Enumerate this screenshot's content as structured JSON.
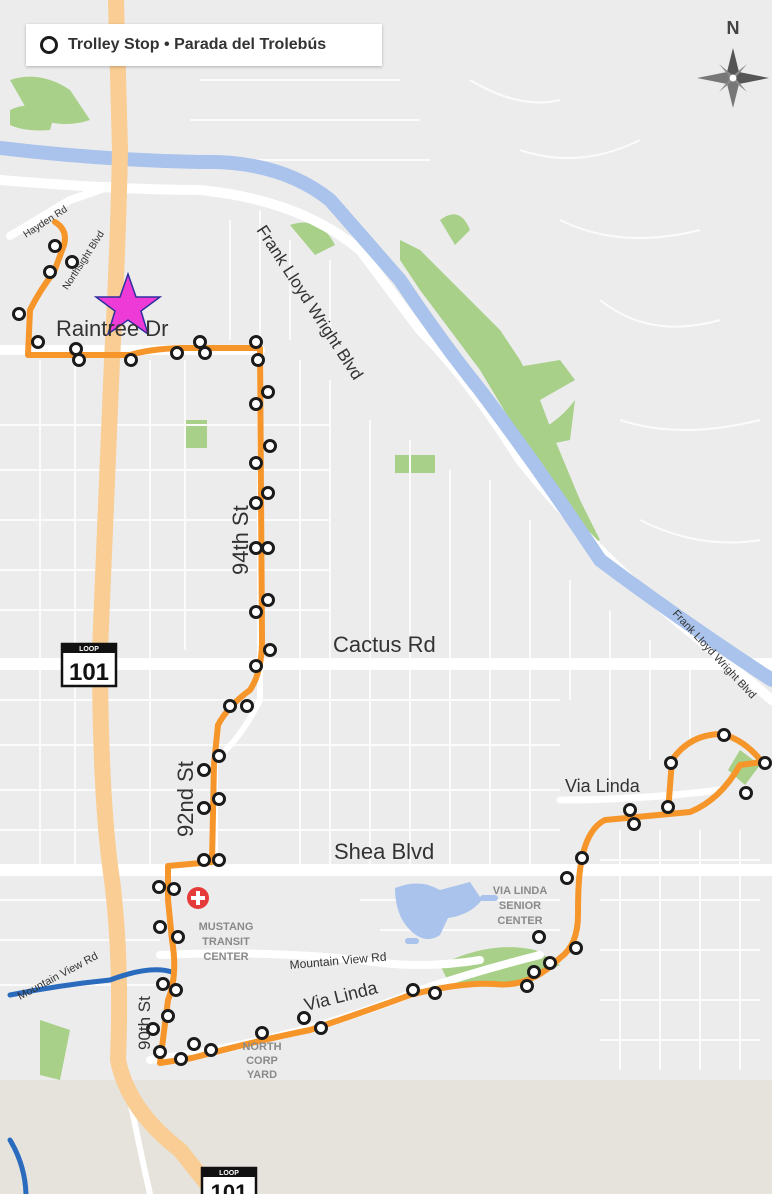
{
  "legend": {
    "label": "Trolley Stop • Parada del Trolebús",
    "icon": "trolley-stop-ring-icon"
  },
  "compass": {
    "north_label": "N"
  },
  "streets": {
    "hayden": "Hayden Rd",
    "northsight": "Northsight Blvd",
    "raintree": "Raintree Dr",
    "flw_upper": "Frank Lloyd Wright Blvd",
    "flw_lower": "Frank Lloyd Wright Blvd",
    "st94": "94th St",
    "cactus": "Cactus Rd",
    "st92": "92nd St",
    "shea": "Shea Blvd",
    "via_linda_upper": "Via Linda",
    "via_linda_lower": "Via Linda",
    "mountain_view_left": "Mountain View Rd",
    "mountain_view_center": "Mountain View Rd",
    "st90": "90th St"
  },
  "shields": [
    {
      "loop": "LOOP",
      "number": "101"
    },
    {
      "loop": "LOOP",
      "number": "101"
    }
  ],
  "places": {
    "mustang_1": "MUSTANG",
    "mustang_2": "TRANSIT",
    "mustang_3": "CENTER",
    "senior_1": "VIA LINDA",
    "senior_2": "SENIOR",
    "senior_3": "CENTER",
    "corp_1": "NORTH",
    "corp_2": "CORP",
    "corp_3": "YARD"
  },
  "markers": {
    "star": "star-marker-icon",
    "hospital": "hospital-cross-icon"
  },
  "colors": {
    "route": "#f5952a",
    "freeway": "#f9cd93",
    "canal": "#a9c3ec",
    "park": "#a8d088",
    "star": "#ee3bd8",
    "hospital": "#e63b3b",
    "land": "#ececec"
  }
}
